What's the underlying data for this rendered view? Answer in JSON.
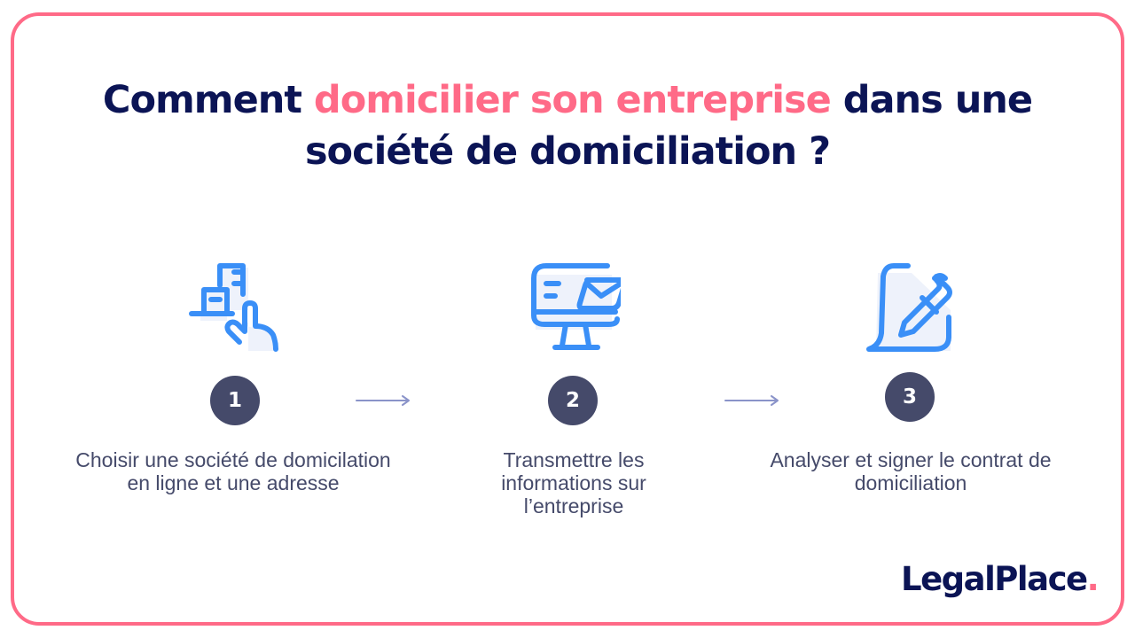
{
  "title": {
    "part1": "Comment ",
    "highlight": "domicilier son entreprise",
    "part2": " dans une",
    "line2": "société de domiciliation ?"
  },
  "colors": {
    "accent": "#ff6a87",
    "navy": "#0b1455",
    "badge": "#454a6a",
    "icon_blue": "#3a8ff7",
    "arrow": "#8a93c9"
  },
  "steps": [
    {
      "number": "1",
      "icon": "hand-pointing-boxes-icon",
      "text": "Choisir une société de domicilation en ligne et une adresse"
    },
    {
      "number": "2",
      "icon": "computer-mail-icon",
      "text": "Transmettre les informations sur l’entreprise"
    },
    {
      "number": "3",
      "icon": "document-sign-pen-icon",
      "text": "Analyser et signer le contrat de domiciliation"
    }
  ],
  "logo": {
    "text": "LegalPlace",
    "dot": "."
  }
}
